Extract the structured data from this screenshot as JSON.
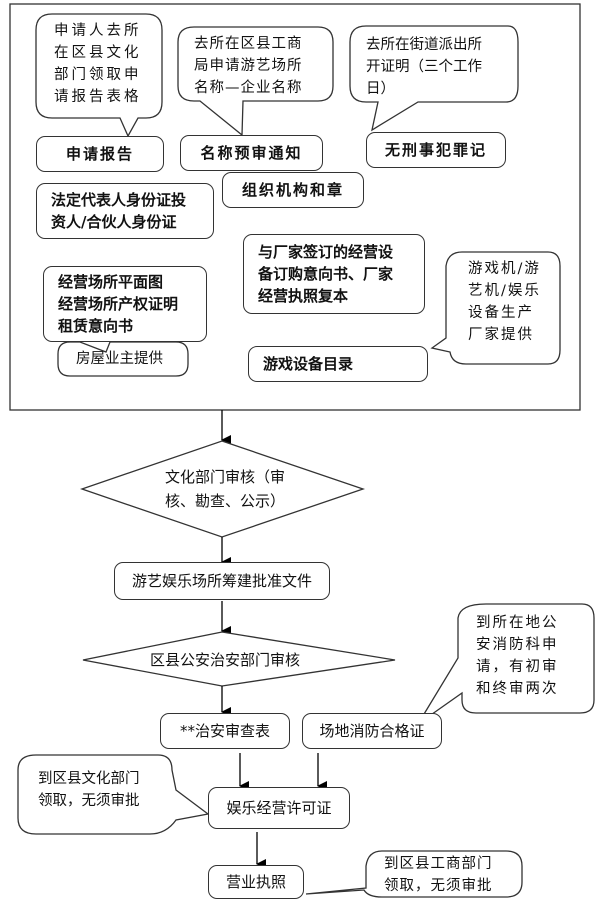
{
  "top_section": {
    "notes": {
      "report_note": "申请人去所\n在区县文化\n部门领取申\n请报告表格",
      "name_note": "去所在区县工商\n局申请游艺场所\n名称—企业名称",
      "police_note": "去所在街道派出所\n开证明（三个工作\n日）",
      "owner_note": "房屋业主提供",
      "manufacturer_note": "游戏机/游\n艺机/娱乐\n设备生产\n厂家提供"
    },
    "documents": {
      "application_report": "申请报告",
      "name_precheck": "名称预审通知",
      "no_criminal_record": "无刑事犯罪记",
      "org_code_seal": "组织机构和章",
      "id_cards": "法定代表人身份证投\n资人/合伙人身份证",
      "premises_docs": "经营场所平面图\n经营场所产权证明\n租赁意向书",
      "equipment_contract": "与厂家签订的经营设\n备订购意向书、厂家\n经营执照复本",
      "equipment_list": "游戏设备目录"
    }
  },
  "flow": {
    "culture_review": "文化部门审核（审\n核、勘查、公示）",
    "construction_approval": "游艺娱乐场所筹建批准文件",
    "police_review": "区县公安治安部门审核",
    "security_form": "**治安审查表",
    "fire_certificate": "场地消防合格证",
    "fire_note": "到所在地公\n安消防科申\n请，有初审\n和终审两次",
    "entertainment_license": "娱乐经营许可证",
    "license_note": "到区县文化部门\n领取，无须审批",
    "business_license": "营业执照",
    "business_note": "到区县工商部门\n领取，无须审批"
  }
}
